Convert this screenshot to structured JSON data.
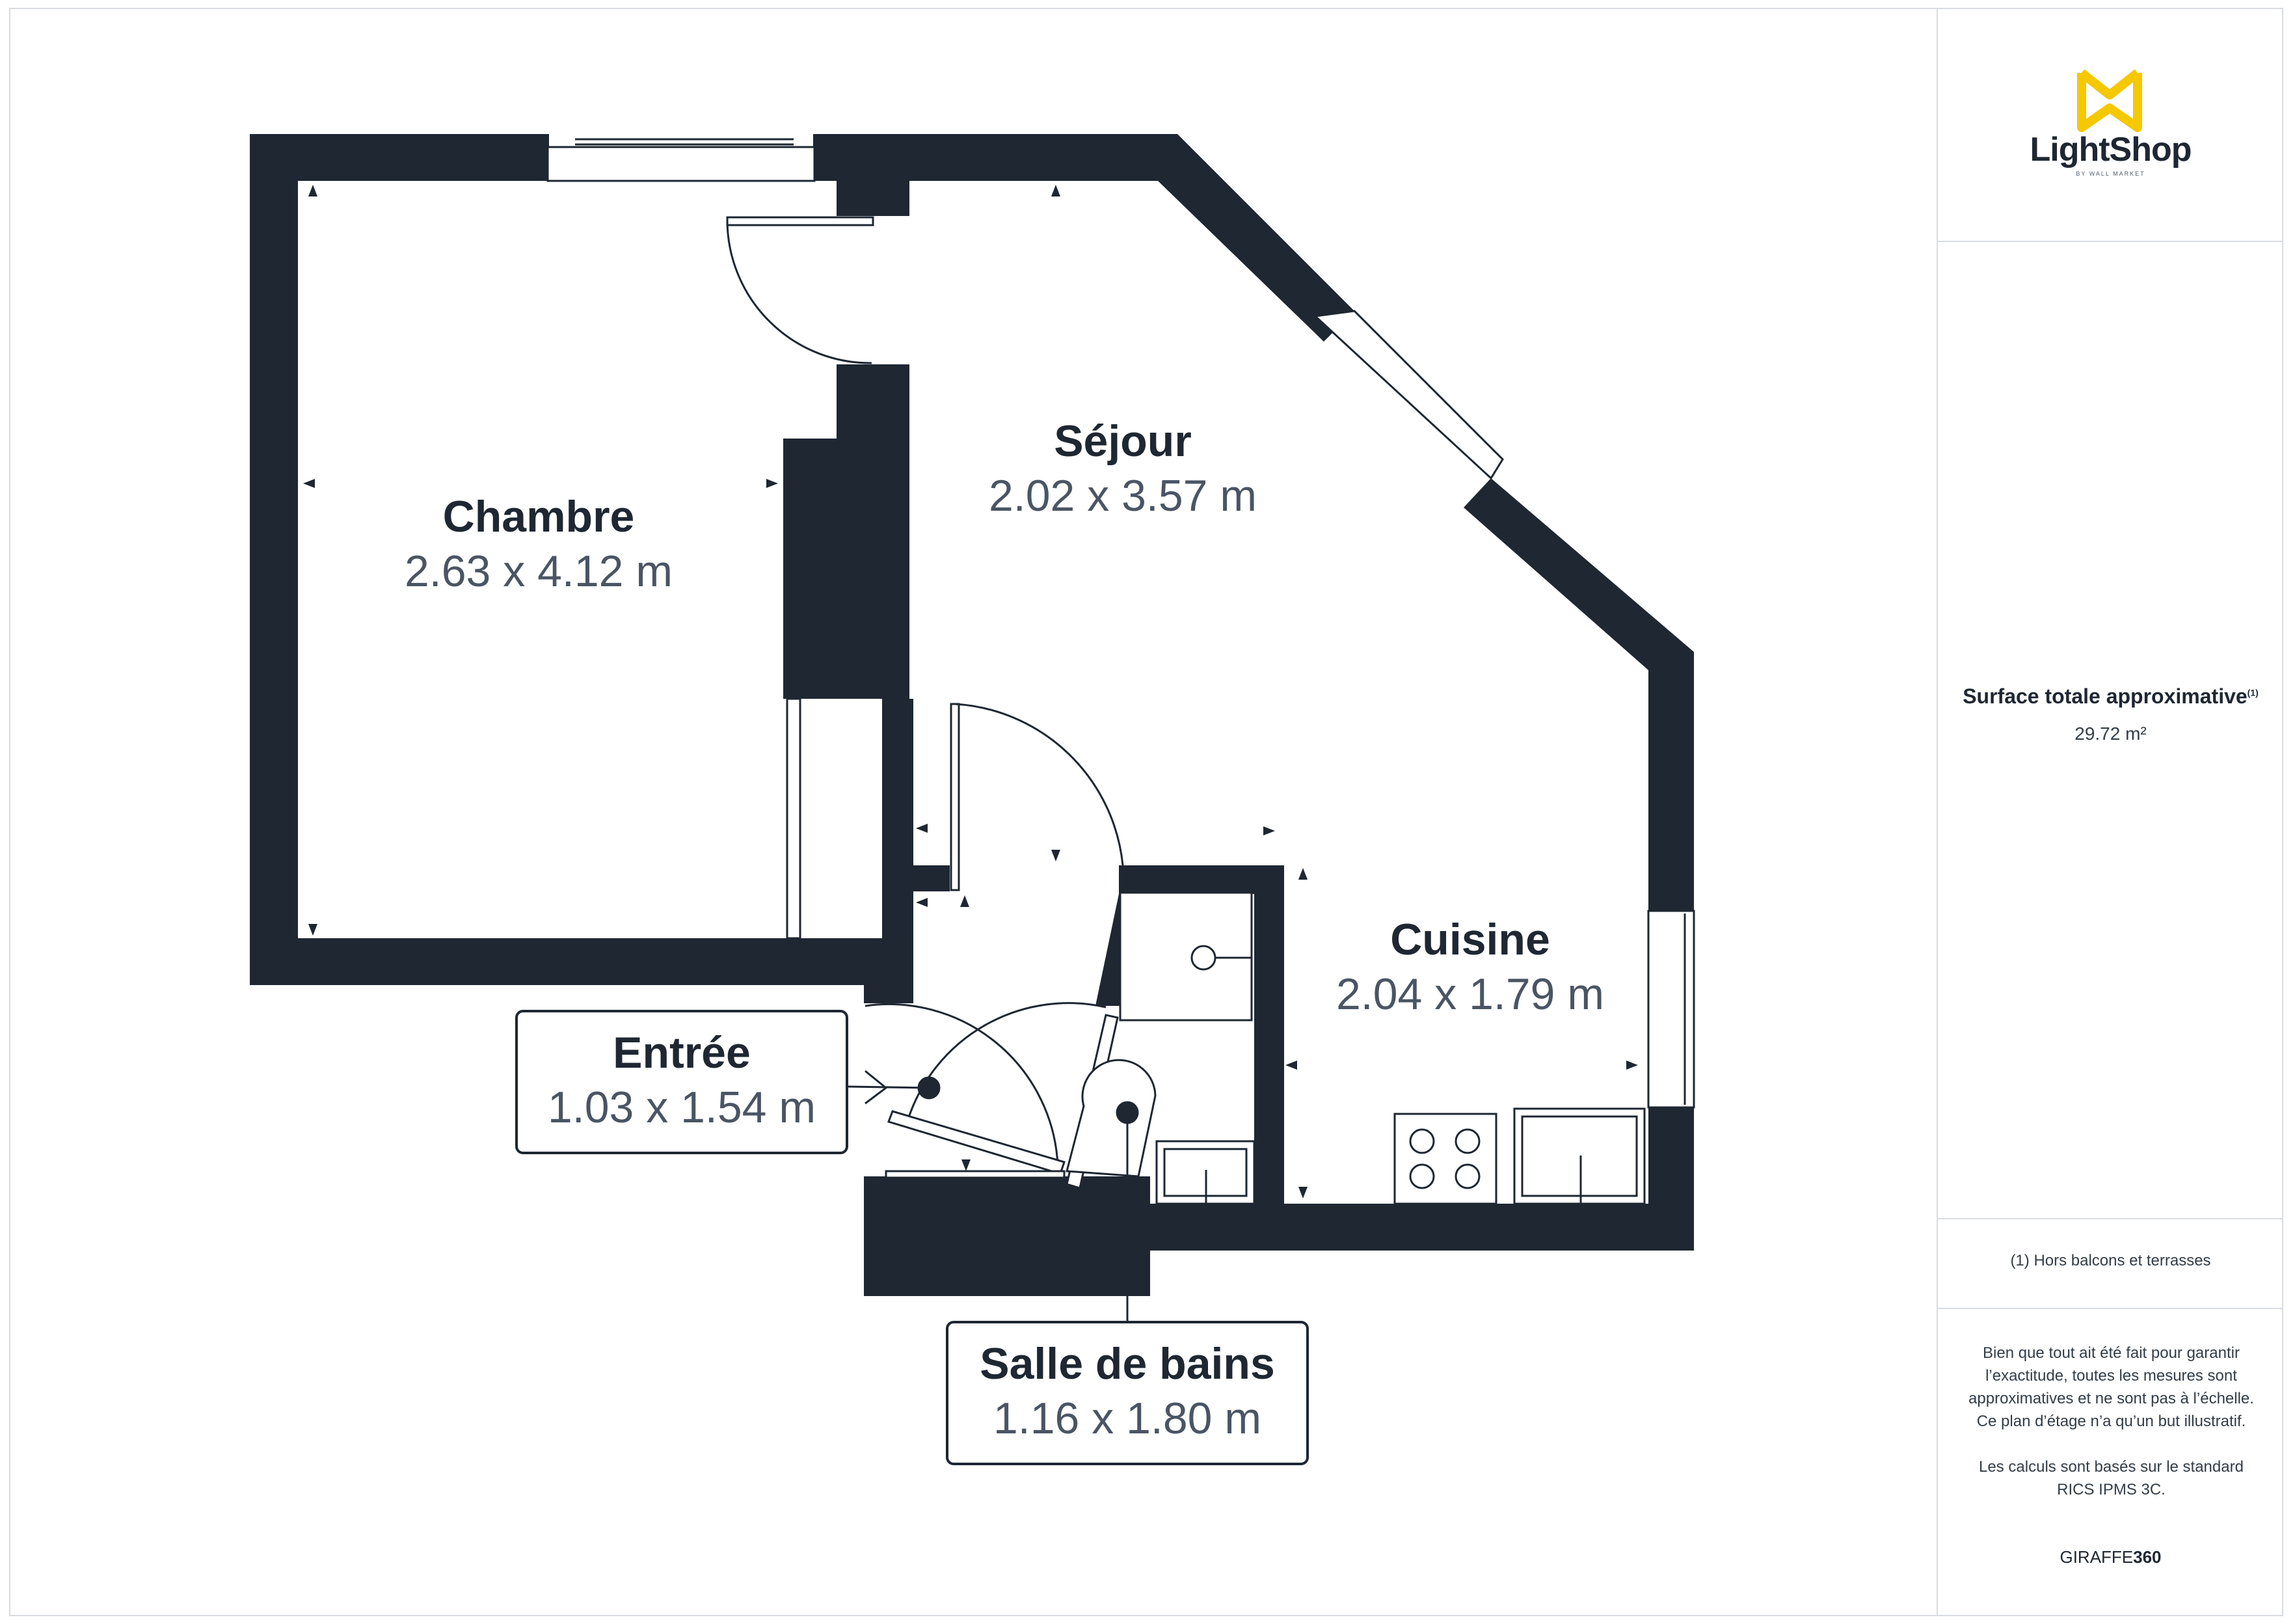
{
  "brand": {
    "name": "LightShop",
    "subline": "BY WALL MARKET",
    "accent_color": "#f5c800",
    "logo_icon": "lightshop-w-logo-icon"
  },
  "rooms": {
    "chambre": {
      "name": "Chambre",
      "size": "2.63 x 4.12 m"
    },
    "sejour": {
      "name": "Séjour",
      "size": "2.02 x 3.57 m"
    },
    "cuisine": {
      "name": "Cuisine",
      "size": "2.04 x 1.79 m"
    },
    "entree": {
      "name": "Entrée",
      "size": "1.03 x 1.54 m"
    },
    "salle_de_bains": {
      "name": "Salle de bains",
      "size": "1.16 x 1.80 m"
    }
  },
  "summary": {
    "title": "Surface totale approximative",
    "title_mark": "(1)",
    "value": "29.72 m²"
  },
  "footnote": "(1) Hors balcons et terrasses",
  "disclaimer": {
    "paragraph1": "Bien que tout ait été fait pour garantir l’exactitude, toutes les mesures sont approximatives et ne sont pas à l’échelle. Ce plan d’étage n’a qu’un but illustratif.",
    "paragraph2": "Les calculs sont basés sur le standard RICS IPMS 3C."
  },
  "credit": {
    "prefix": "GIRAFFE",
    "suffix": "360"
  },
  "colors": {
    "wall": "#1e2732",
    "label_text": "#1e2732",
    "size_text": "#4a5564",
    "divider": "#d9dce1"
  }
}
